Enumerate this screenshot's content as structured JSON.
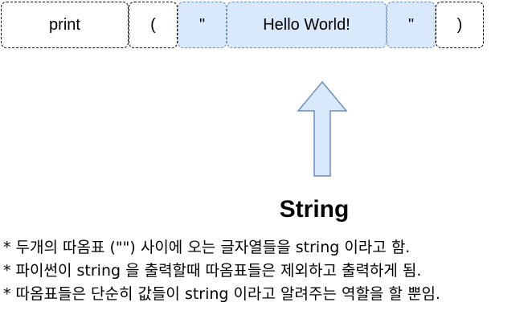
{
  "tokens": [
    {
      "text": "print",
      "kind": "code"
    },
    {
      "text": "(",
      "kind": "code"
    },
    {
      "text": "\"",
      "kind": "string"
    },
    {
      "text": "Hello World!",
      "kind": "string"
    },
    {
      "text": "\"",
      "kind": "string"
    },
    {
      "text": ")",
      "kind": "code"
    }
  ],
  "colors": {
    "string_fill": "#dae8fc",
    "string_border": "#6c8ebf",
    "arrow_fill": "#dae8fc",
    "arrow_stroke": "#6c8ebf"
  },
  "arrow_direction": "up",
  "caption": "String",
  "notes": [
    "* 두개의 따옴표 (\"\") 사이에 오는 글자열들을 string 이라고 함.",
    "* 파이썬이 string 을 출력할때 따옴표들은 제외하고 출력하게 됨.",
    "* 따옴표들은 단순히 값들이 string 이라고 알려주는 역할을 할 뿐임."
  ]
}
